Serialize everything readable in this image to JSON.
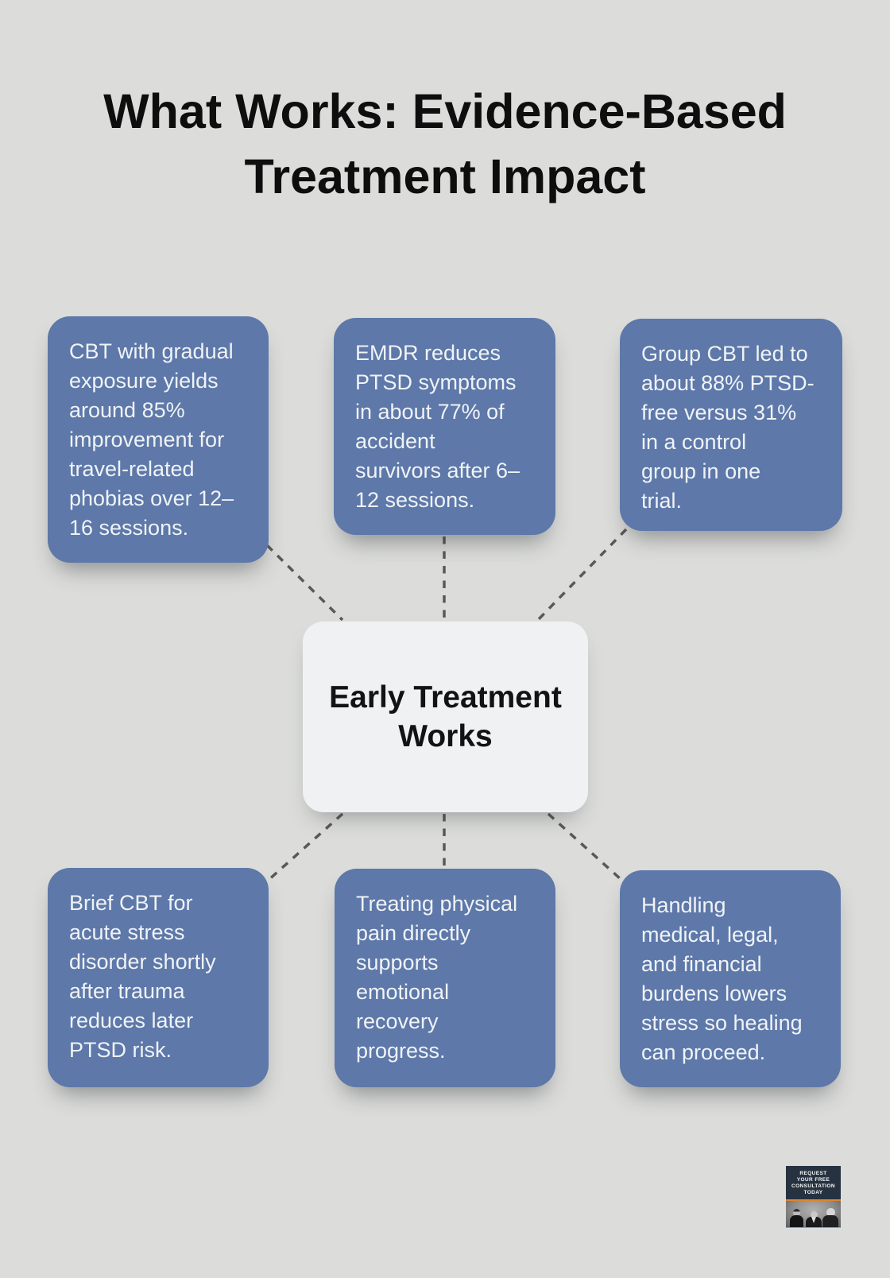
{
  "title": "What Works: Evidence-Based\nTreatment Impact",
  "center": {
    "label": "Early Treatment\nWorks"
  },
  "cards": [
    {
      "position": "top-left",
      "text": "CBT with gradual\nexposure yields\naround 85%\nimprovement for\ntravel-related\nphobias over 12–\n16 sessions."
    },
    {
      "position": "top-middle",
      "text": "EMDR reduces\nPTSD symptoms\nin about 77% of\naccident\nsurvivors after 6–\n12 sessions."
    },
    {
      "position": "top-right",
      "text": "Group CBT led to\nabout 88% PTSD-\nfree versus 31%\nin a control\ngroup in one\ntrial."
    },
    {
      "position": "bottom-left",
      "text": "Brief CBT for\nacute stress\ndisorder shortly\nafter trauma\nreduces later\nPTSD risk."
    },
    {
      "position": "bottom-middle",
      "text": "Treating physical\npain directly\nsupports\nemotional\nrecovery\nprogress."
    },
    {
      "position": "bottom-right",
      "text": "Handling\nmedical, legal,\nand financial\nburdens lowers\nstress so healing\ncan proceed."
    }
  ],
  "badge": {
    "headline": "REQUEST\nYOUR FREE\nCONSULTATION\nTODAY"
  },
  "colors": {
    "background": "#dcdddb",
    "card_fill": "#5d78a9",
    "card_text": "#f0f3f6",
    "center_fill": "#f0f1f2",
    "center_text": "#131313",
    "connector": "#59595a",
    "title_text": "#0e0e0f",
    "badge_background": "#263240",
    "badge_accent": "#e0862f"
  }
}
